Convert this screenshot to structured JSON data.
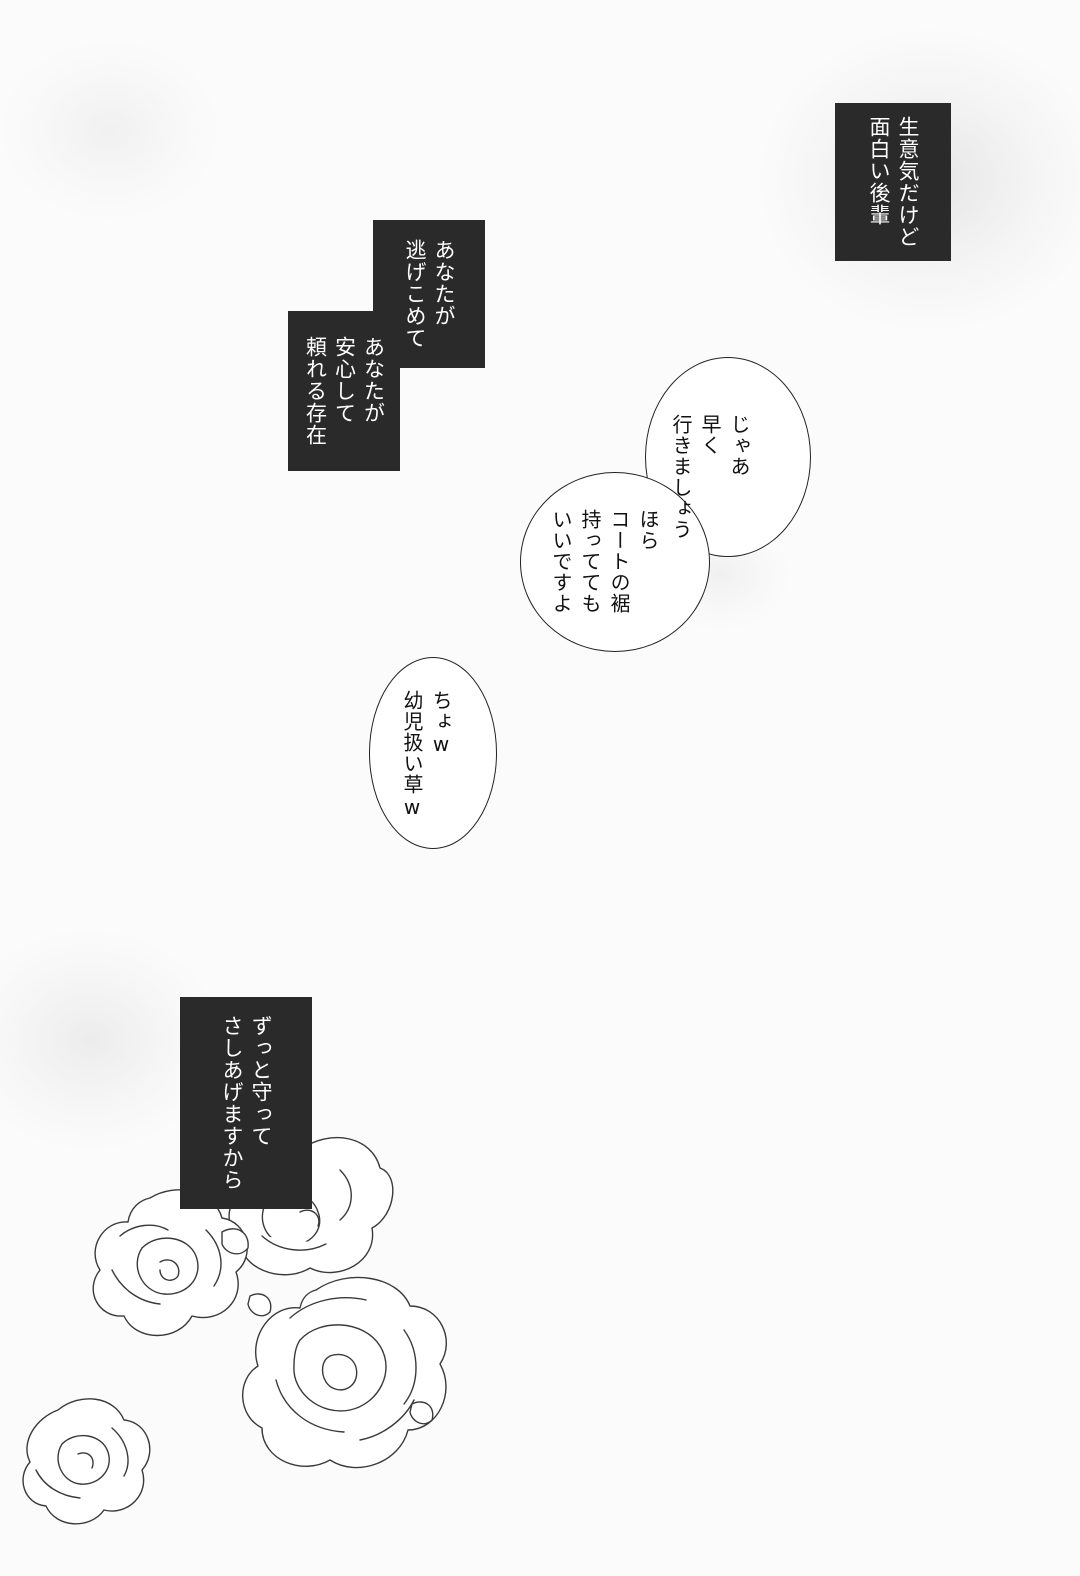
{
  "captions": {
    "cheeky_junior": "生意気だけど\n面白い後輩",
    "you_can_escape": "あなたが\n逃げこめて",
    "you_can_rely": "あなたが\n安心して\n頼れる存在",
    "always_protect": "ずっと守って\nさしあげますから"
  },
  "bubbles": {
    "lets_go": "じゃあ\n早く\n行きましょう",
    "hold_coat": "ほら\nコートの裾\n持ってても\nいいですよ",
    "childish": "ちょw\n幼児扱い草w"
  }
}
